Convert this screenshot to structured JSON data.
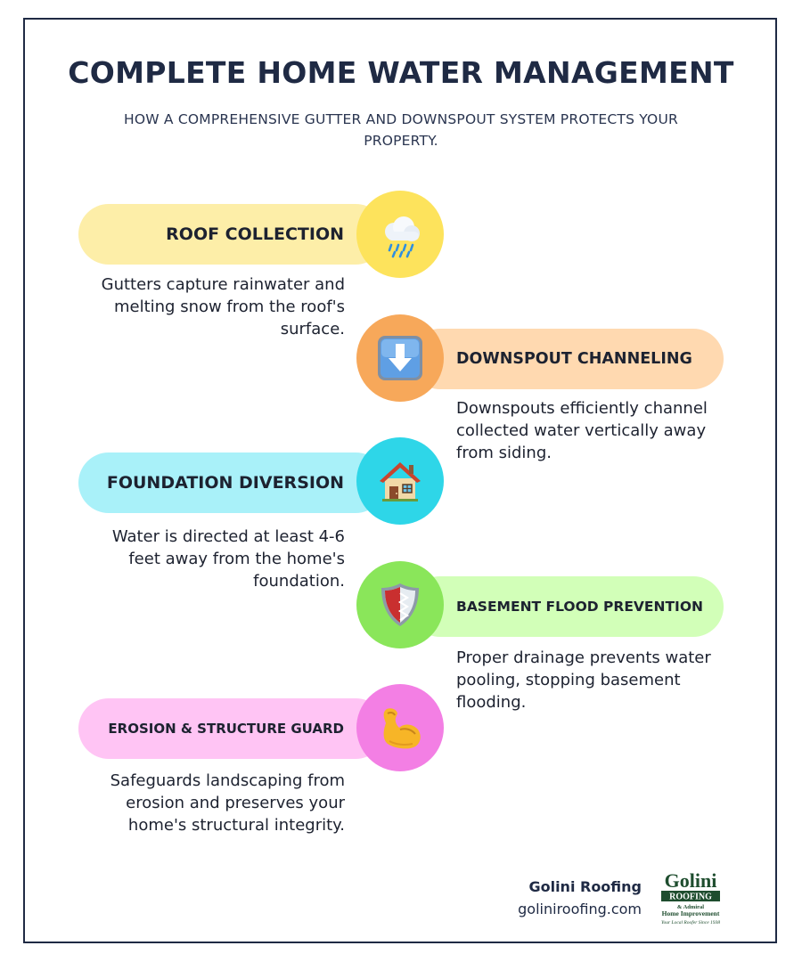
{
  "header": {
    "title": "COMPLETE HOME WATER MANAGEMENT",
    "subtitle": "HOW A COMPREHENSIVE GUTTER AND DOWNSPOUT SYSTEM PROTECTS YOUR PROPERTY."
  },
  "steps": [
    {
      "label": "ROOF COLLECTION",
      "description": "Gutters capture rainwater and melting snow from the roof's surface.",
      "icon": "rain-cloud-icon",
      "pill_color": "#fdeea8",
      "circle_color": "#fde35c"
    },
    {
      "label": "DOWNSPOUT CHANNELING",
      "description": "Downspouts efficiently channel collected water vertically away from siding.",
      "icon": "down-arrow-icon",
      "pill_color": "#ffd9b0",
      "circle_color": "#f7a85a"
    },
    {
      "label": "FOUNDATION DIVERSION",
      "description": "Water is directed at least 4-6 feet away from the home's foundation.",
      "icon": "house-icon",
      "pill_color": "#a9f1f9",
      "circle_color": "#2ed6e8"
    },
    {
      "label": "BASEMENT FLOOD PREVENTION",
      "description": "Proper drainage prevents water pooling, stopping basement flooding.",
      "icon": "shield-icon",
      "pill_color": "#d2ffb8",
      "circle_color": "#8ae65a"
    },
    {
      "label": "EROSION & STRUCTURE GUARD",
      "description": "Safeguards landscaping from erosion and preserves your home's structural integrity.",
      "icon": "flexed-bicep-icon",
      "pill_color": "#ffc4f4",
      "circle_color": "#f37fe4"
    }
  ],
  "brand": {
    "name": "Golini Roofing",
    "url": "goliniroofing.com",
    "logo_text": "Golini",
    "logo_banner": "ROOFING",
    "logo_line1": "& Admiral",
    "logo_line2": "Home Improvement",
    "logo_line3": "Your Local Roofer Since 1938"
  }
}
